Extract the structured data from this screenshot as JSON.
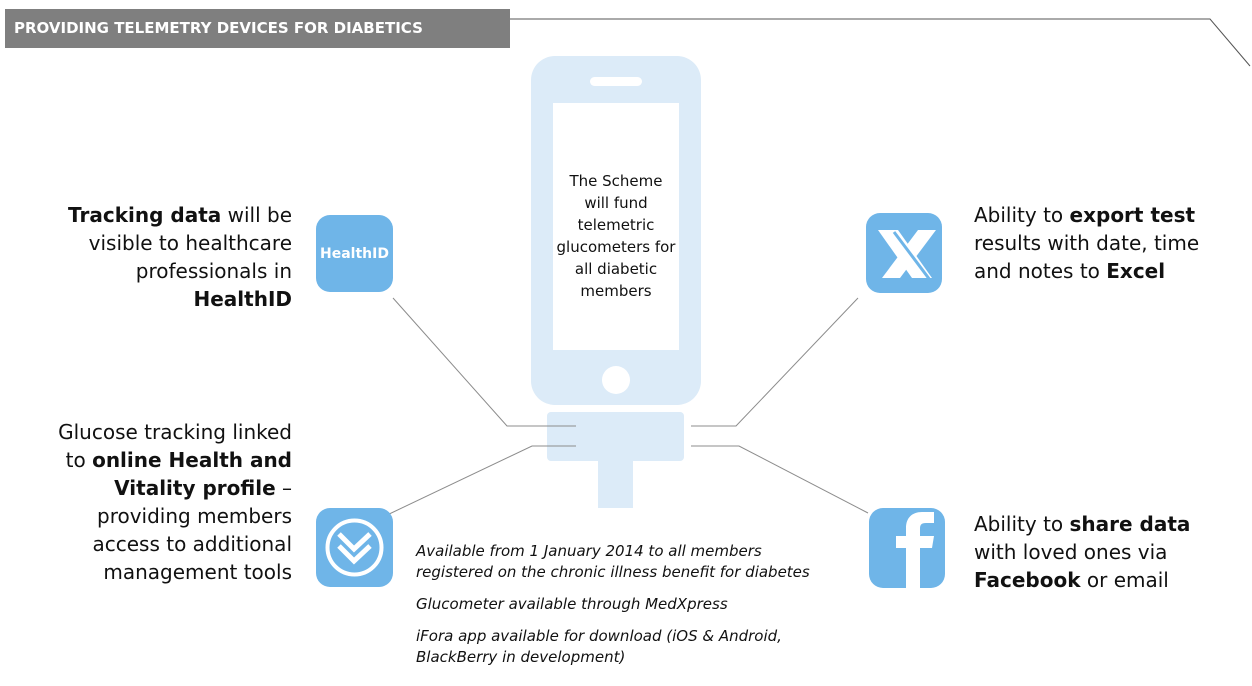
{
  "header": {
    "title": "PROVIDING TELEMETRY DEVICES FOR DIABETICS"
  },
  "phone": {
    "screen_lines": [
      "The Scheme",
      "will fund",
      "telemetric",
      "glucometers for",
      "all diabetic",
      "members"
    ]
  },
  "features": {
    "top_left": {
      "lines": [
        [
          {
            "t": "Tracking data",
            "b": true
          },
          {
            "t": " will be",
            "b": false
          }
        ],
        [
          {
            "t": "visible to healthcare",
            "b": false
          }
        ],
        [
          {
            "t": "professionals in ",
            "b": false
          },
          {
            "t": "HealthID",
            "b": true
          }
        ]
      ],
      "icon_label": "HealthID"
    },
    "top_right": {
      "lines": [
        [
          {
            "t": "Ability to ",
            "b": false
          },
          {
            "t": "export test",
            "b": true
          }
        ],
        [
          {
            "t": "results with date, time",
            "b": false
          }
        ],
        [
          {
            "t": "and notes to ",
            "b": false
          },
          {
            "t": "Excel",
            "b": true
          }
        ]
      ]
    },
    "bottom_left": {
      "lines": [
        [
          {
            "t": "Glucose tracking linked",
            "b": false
          }
        ],
        [
          {
            "t": "to ",
            "b": false
          },
          {
            "t": "online Health and",
            "b": true
          }
        ],
        [
          {
            "t": "Vitality profile",
            "b": true
          },
          {
            "t": " –",
            "b": false
          }
        ],
        [
          {
            "t": "providing members",
            "b": false
          }
        ],
        [
          {
            "t": "access to additional",
            "b": false
          }
        ],
        [
          {
            "t": "management tools",
            "b": false
          }
        ]
      ]
    },
    "bottom_right": {
      "lines": [
        [
          {
            "t": "Ability to ",
            "b": false
          },
          {
            "t": "share data",
            "b": true
          }
        ],
        [
          {
            "t": "with loved ones via",
            "b": false
          }
        ],
        [
          {
            "t": "Facebook",
            "b": true
          },
          {
            "t": " or email",
            "b": false
          }
        ]
      ]
    }
  },
  "notes": {
    "n1_line1": "Available from 1 January 2014 to all members",
    "n1_line2": "registered on the chronic illness benefit for diabetes",
    "n2": "Glucometer available through MedXpress",
    "n3_line1": "iFora app available for download (iOS & Android,",
    "n3_line2": "BlackBerry in development)"
  },
  "colors": {
    "header_bg": "#7f7f7f",
    "phone_light": "#dcebf8",
    "icon_blue": "#6fb5e8",
    "connector_gray": "#8c8c8c"
  }
}
